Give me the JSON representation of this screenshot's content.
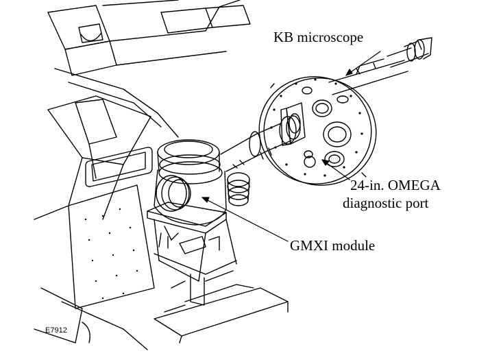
{
  "labels": {
    "kb_microscope": "KB microscope",
    "omega_port_line1": "24-in. OMEGA",
    "omega_port_line2": "diagnostic port",
    "gmxi_module": "GMXI module",
    "figure_id": "E7912"
  },
  "colors": {
    "line": "#000000",
    "background": "#ffffff"
  }
}
